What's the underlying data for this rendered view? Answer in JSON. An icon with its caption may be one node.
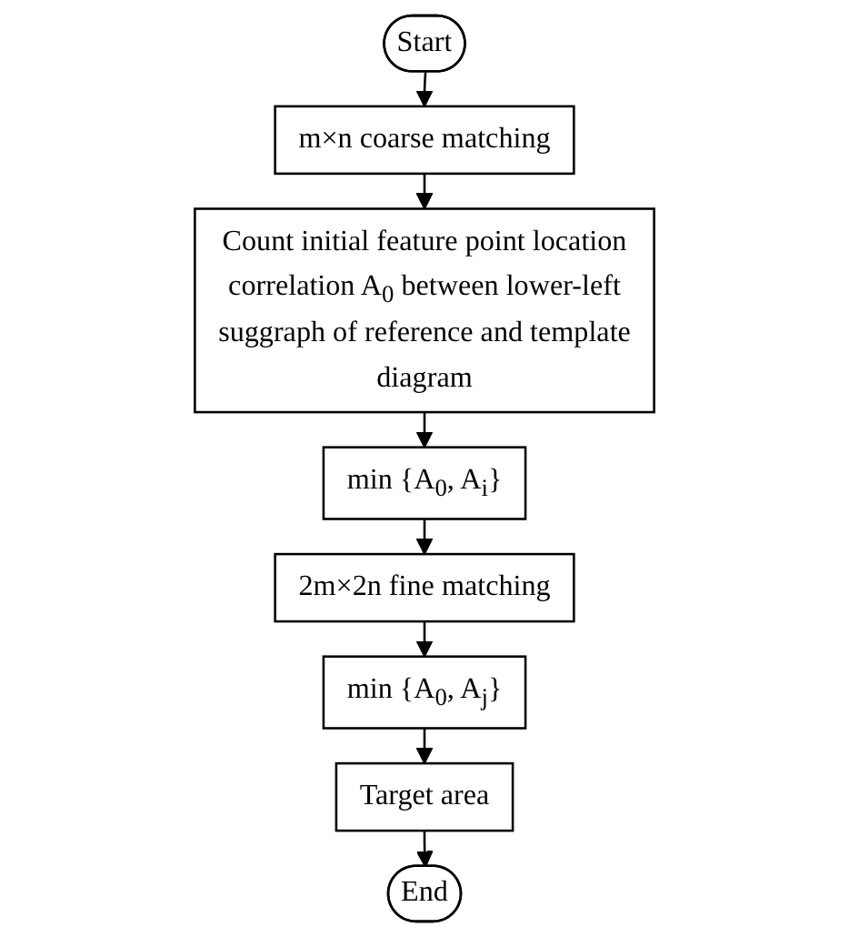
{
  "diagram": {
    "nodes": [
      {
        "text": [
          "Start"
        ]
      },
      {
        "text": [
          "m×n coarse matching"
        ]
      },
      {
        "text": [
          "Count initial feature point location correlation A$_{0}$ between lower-left suggraph of reference and template diagram"
        ]
      },
      {
        "text": [
          "min {A$_{0}$, A$_{i}$}"
        ]
      },
      {
        "text": [
          "2m×2n fine matching"
        ]
      },
      {
        "text": [
          "min {A$_{0}$, A$_{j}$}"
        ]
      },
      {
        "text": [
          "Target area"
        ]
      },
      {
        "text": [
          "End"
        ]
      }
    ],
    "edges": [
      {
        "from": 0,
        "to": 1,
        "arrow": "to"
      },
      {
        "from": 1,
        "to": 2,
        "arrow": "to"
      },
      {
        "from": 2,
        "to": 3,
        "arrow": "to"
      },
      {
        "from": 3,
        "to": 4,
        "arrow": "to"
      },
      {
        "from": 4,
        "to": 5,
        "arrow": "to"
      },
      {
        "from": 5,
        "to": 6,
        "arrow": "to"
      },
      {
        "from": 6,
        "to": 7,
        "arrow": "to"
      }
    ]
  }
}
